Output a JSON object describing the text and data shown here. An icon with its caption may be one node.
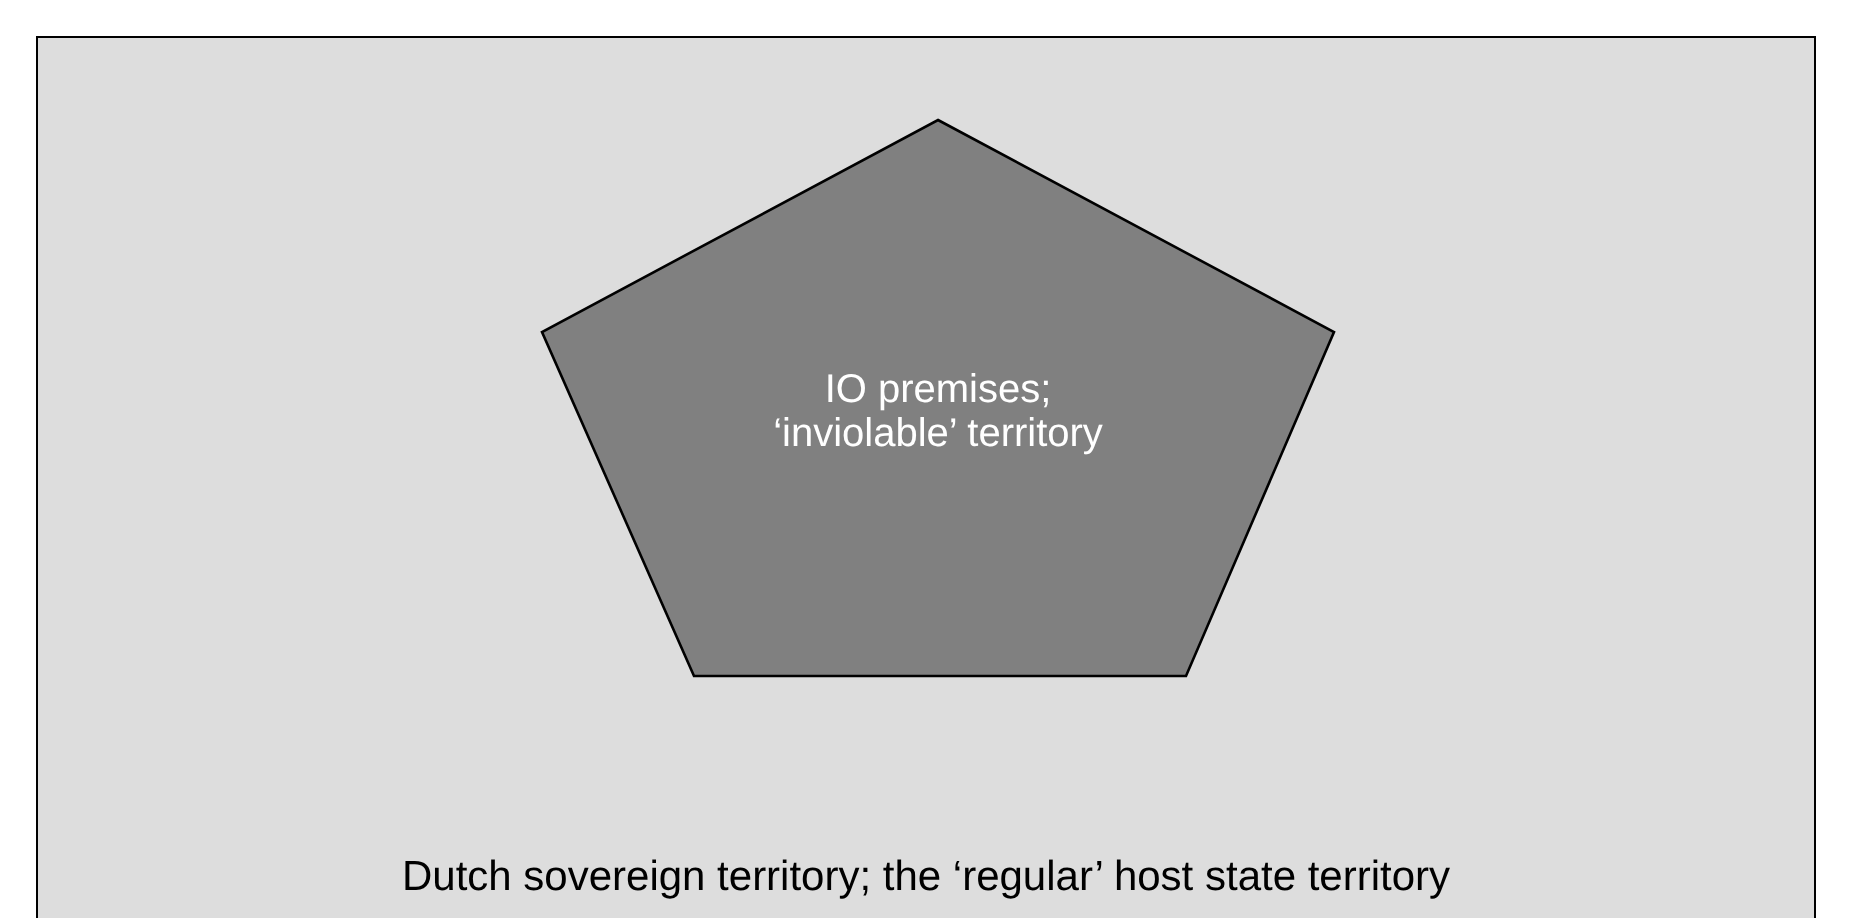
{
  "diagram": {
    "nodes": [
      {
        "text": [
          "Dutch sovereign territory; the ‘regular’ host state territory"
        ]
      },
      {
        "text": [
          "IO premises; ‘inviolable’ territory"
        ],
        "in": 0
      }
    ]
  }
}
